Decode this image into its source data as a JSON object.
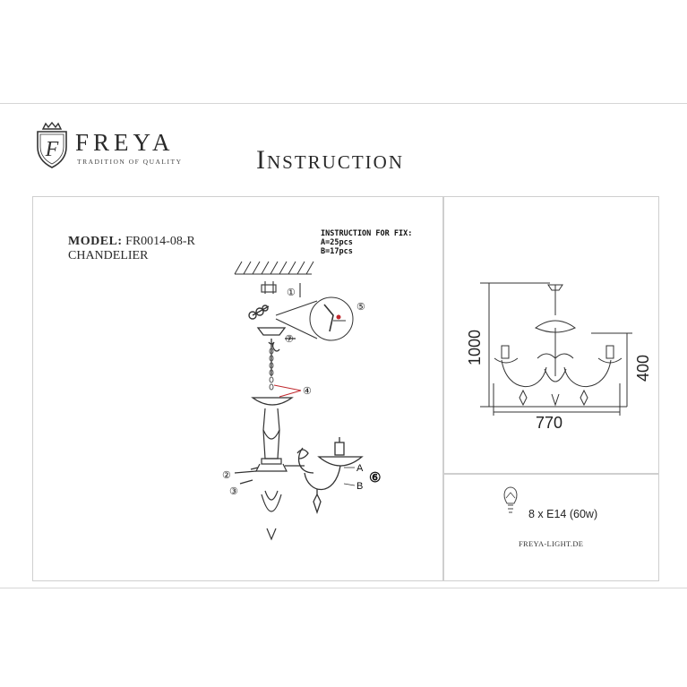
{
  "brand": {
    "name": "FREYA",
    "logo_letter": "F",
    "tagline": "TRADITION OF QUALITY"
  },
  "document": {
    "title": "Instruction"
  },
  "product": {
    "model_label": "MODEL:",
    "model_number": "FR0014-08-R",
    "type": "CHANDELIER"
  },
  "fix_instructions": {
    "heading": "INSTRUCTION FOR FIX:",
    "line_a": "A=25pcs",
    "line_b": "B=17pcs"
  },
  "callouts": {
    "c1": "①",
    "c2": "②",
    "c3": "③",
    "c4": "④",
    "c5": "⑤",
    "c6": "⑥",
    "c7": "⑦",
    "a": "A",
    "b": "B"
  },
  "dimensions": {
    "height_total": "1000",
    "width": "770",
    "height_body": "400"
  },
  "lamp": {
    "spec": "8 x E14 (60w)"
  },
  "website": "FREYA-LIGHT.DE",
  "colors": {
    "text": "#222222",
    "panel_border": "#cfcfcf",
    "accent_red": "#c0282d"
  }
}
